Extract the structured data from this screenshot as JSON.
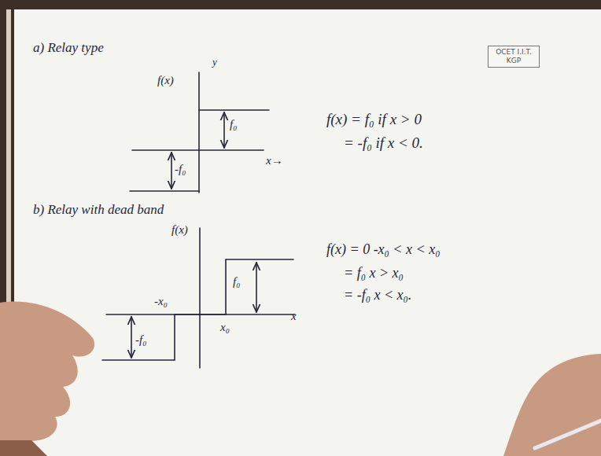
{
  "diagram": {
    "nodes": [
      {
        "text": [
          "OCET I.I.T. KGP"
        ]
      }
    ],
    "labels": [
      "a) Relay type",
      "y",
      "f(x)",
      "f₀",
      "-f₀",
      "x→",
      "f(x) = f₀ if x > 0",
      "= -f₀ if x < 0.",
      "b) Relay with dead band",
      "f(x)",
      "f₀",
      "-x₀",
      "x₀",
      "x",
      "-f₀",
      "f(x) = 0 -x₀ < x < x₀",
      "= f₀ x > x₀",
      "= -f₀ x < x₀."
    ]
  }
}
